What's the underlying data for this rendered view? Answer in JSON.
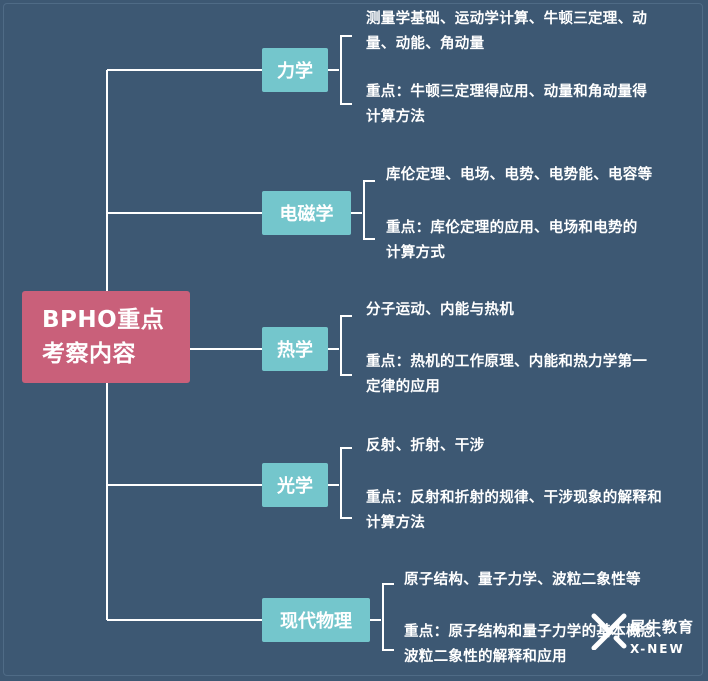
{
  "root": {
    "line1": "BPHO重点",
    "line2": "考察内容"
  },
  "branches": [
    {
      "label": "力学",
      "content1": [
        "测量学基础、运动学计算、牛顿三定理、动",
        "量、动能、角动量"
      ],
      "content2": [
        "重点：牛顿三定理得应用、动量和角动量得",
        "计算方法"
      ]
    },
    {
      "label": "电磁学",
      "content1": [
        "库伦定理、电场、电势、电势能、电容等"
      ],
      "content2": [
        "重点：库伦定理的应用、电场和电势的",
        "计算方式"
      ]
    },
    {
      "label": "热学",
      "content1": [
        "分子运动、内能与热机"
      ],
      "content2": [
        "重点：热机的工作原理、内能和热力学第一",
        "定律的应用"
      ]
    },
    {
      "label": "光学",
      "content1": [
        "反射、折射、干涉"
      ],
      "content2": [
        "重点：反射和折射的规律、干涉现象的解释和",
        "计算方法"
      ]
    },
    {
      "label": "现代物理",
      "content1": [
        "原子结构、量子力学、波粒二象性等"
      ],
      "content2": [
        "重点：原子结构和量子力学的基本概念、",
        "波粒二象性的解释和应用"
      ]
    }
  ],
  "logo": {
    "cn": "犀牛教育",
    "en": "X-NEW"
  },
  "colors": {
    "background": "#3d5873",
    "root": "#c9607a",
    "node": "#74c6cc",
    "lines": "#ffffff"
  }
}
